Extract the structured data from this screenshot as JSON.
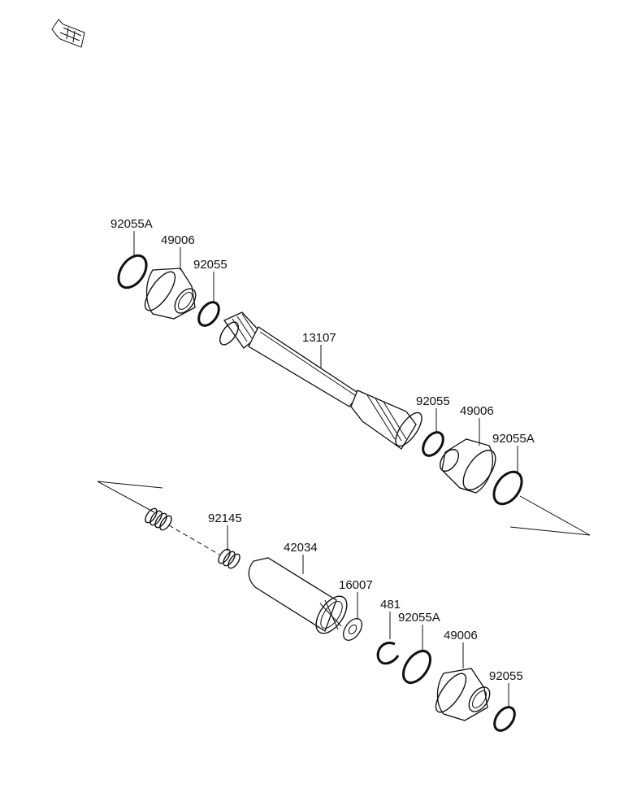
{
  "labels": [
    {
      "id": "p1",
      "text": "92055A"
    },
    {
      "id": "p2",
      "text": "49006"
    },
    {
      "id": "p3",
      "text": "92055"
    },
    {
      "id": "p4",
      "text": "13107"
    },
    {
      "id": "p5",
      "text": "92055"
    },
    {
      "id": "p6",
      "text": "49006"
    },
    {
      "id": "p7",
      "text": "92055A"
    },
    {
      "id": "p8",
      "text": "92145"
    },
    {
      "id": "p9",
      "text": "42034"
    },
    {
      "id": "p10",
      "text": "16007"
    },
    {
      "id": "p11",
      "text": "481"
    },
    {
      "id": "p12",
      "text": "92055A"
    },
    {
      "id": "p13",
      "text": "49006"
    },
    {
      "id": "p14",
      "text": "92055"
    }
  ]
}
